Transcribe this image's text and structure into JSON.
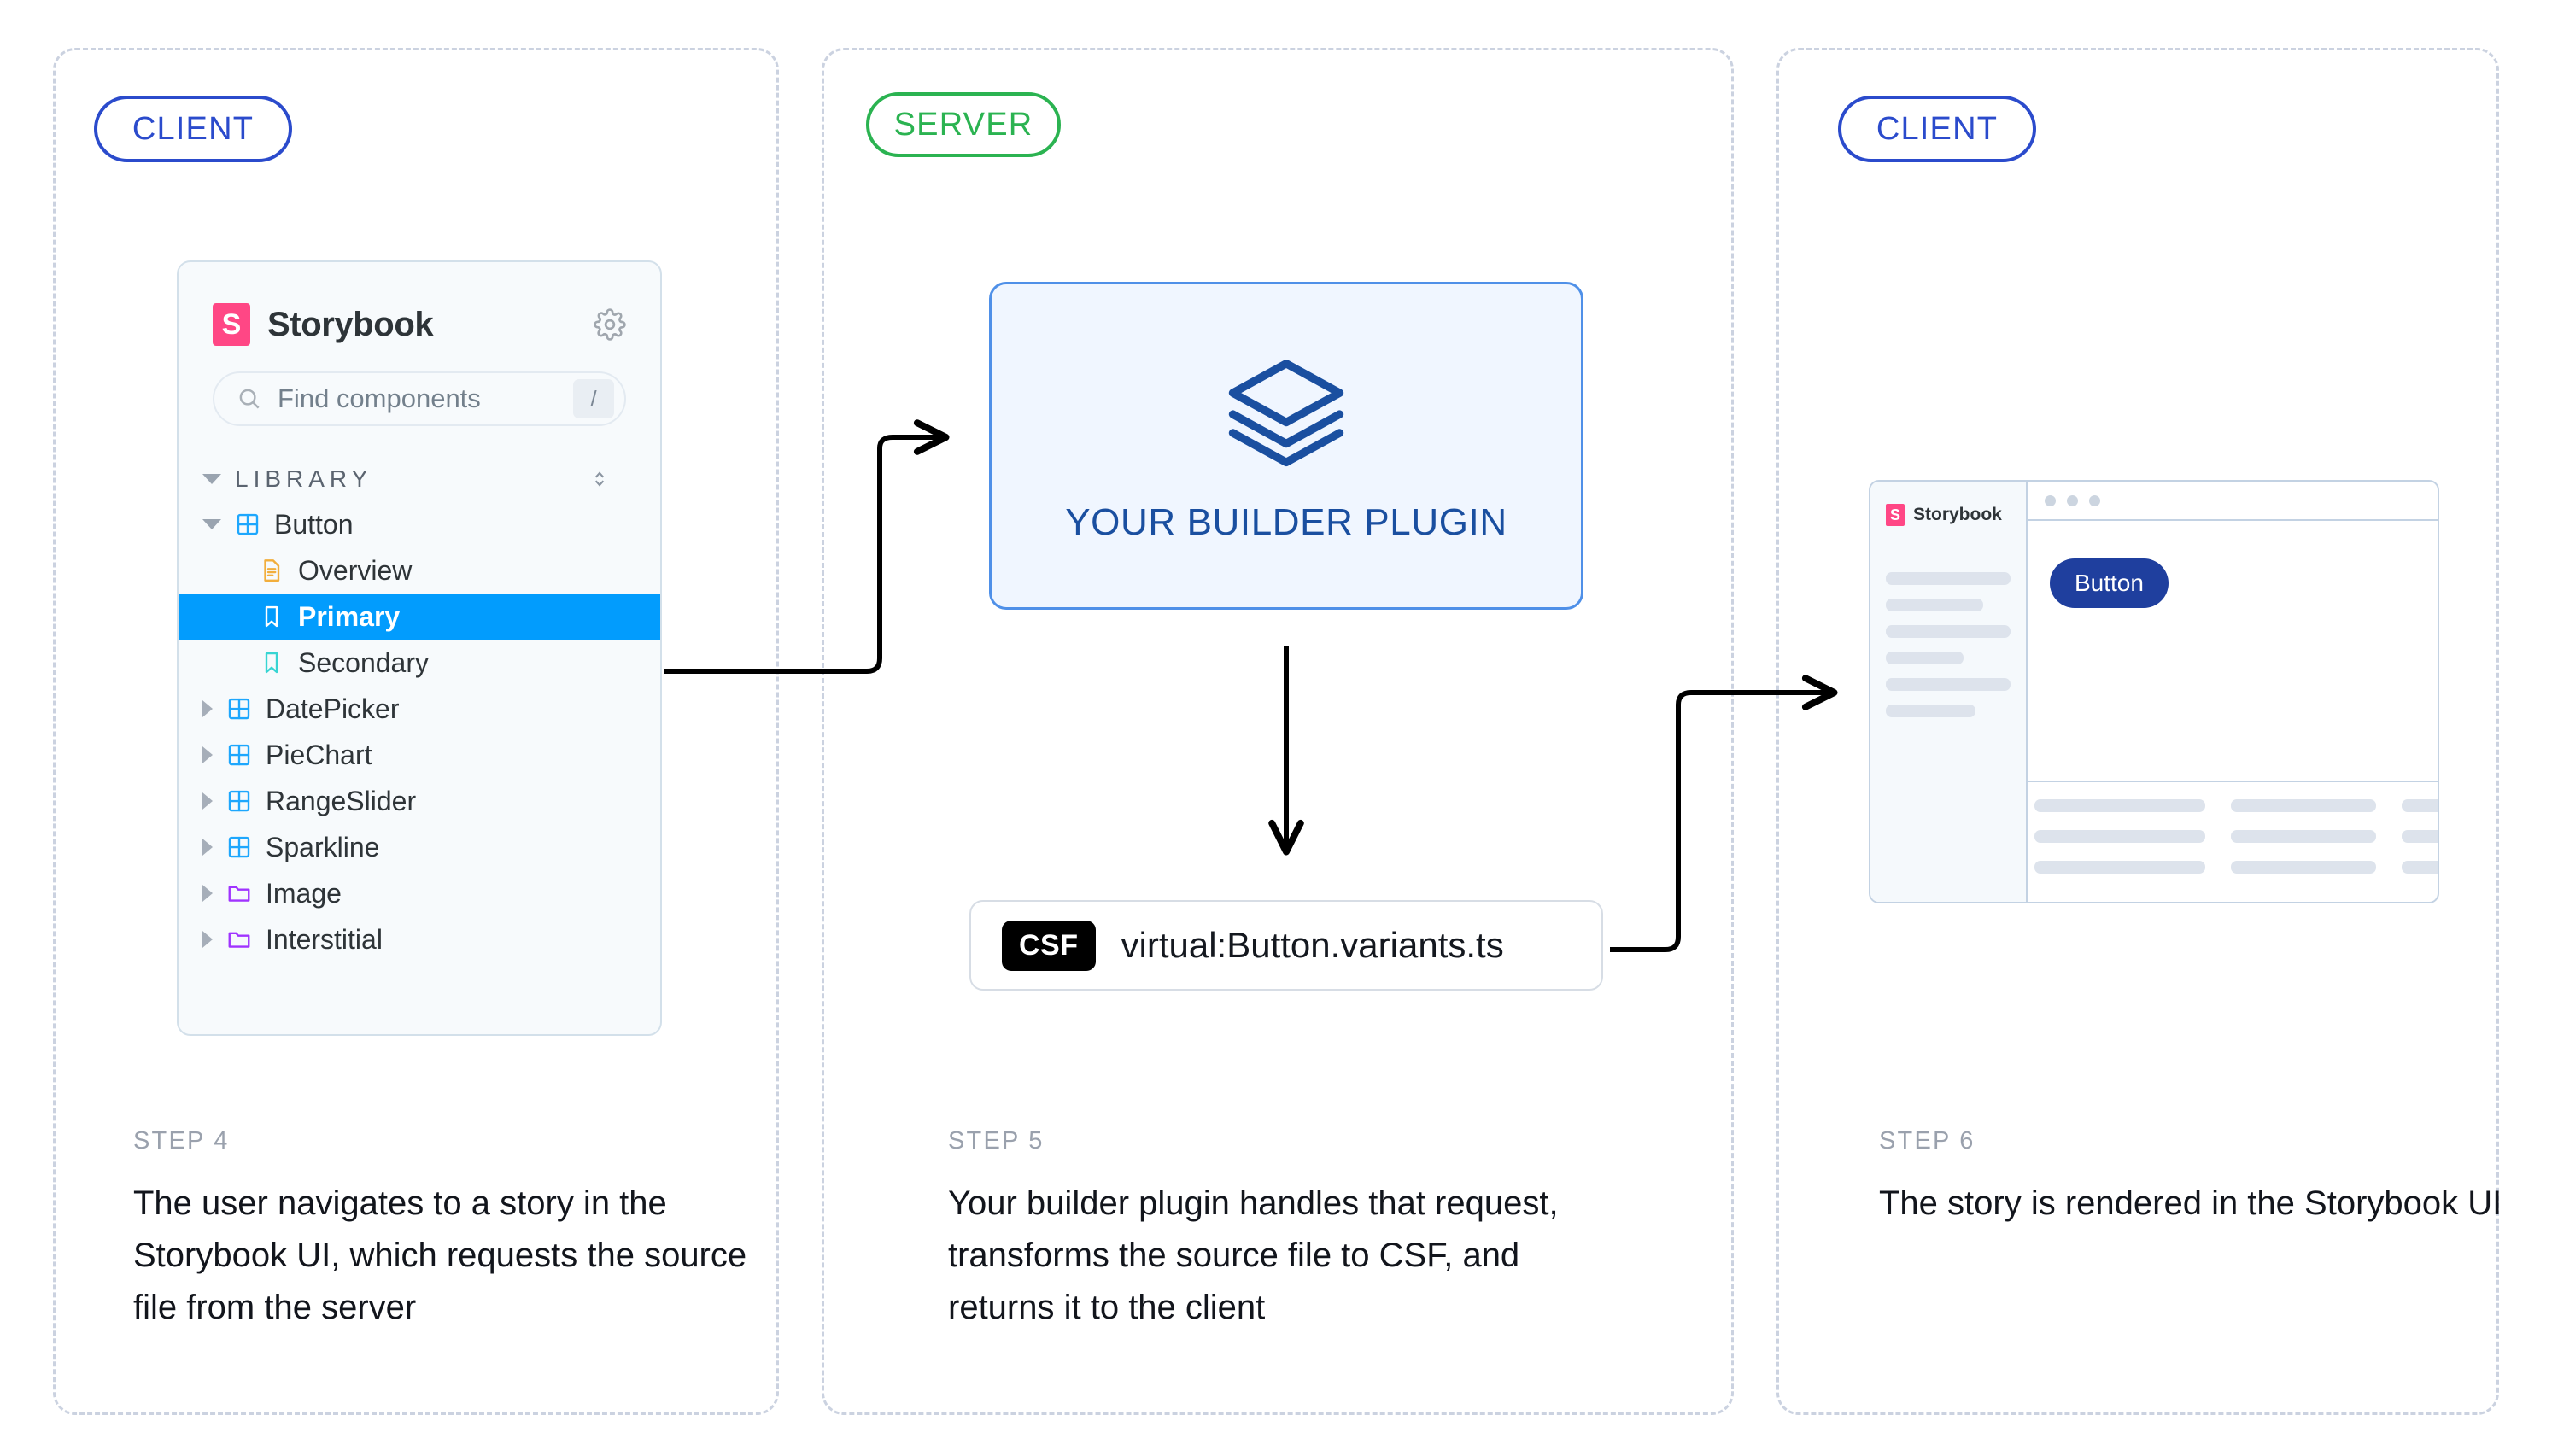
{
  "panels": [
    {
      "id": "client-left",
      "badge": "CLIENT"
    },
    {
      "id": "server",
      "badge": "SERVER"
    },
    {
      "id": "client-right",
      "badge": "CLIENT"
    }
  ],
  "steps": [
    {
      "kicker": "STEP 4",
      "body": "The user navigates to a story in the Storybook UI, which requests the source file from the server"
    },
    {
      "kicker": "STEP 5",
      "body": "Your builder plugin handles that request, transforms the source file to CSF, and returns it to the client"
    },
    {
      "kicker": "STEP 6",
      "body": "The story is rendered in the Storybook UI"
    }
  ],
  "storybook_sidebar": {
    "brand": "Storybook",
    "logo_icon": "storybook-logo-icon",
    "settings_icon": "gear-icon",
    "search": {
      "placeholder": "Find components",
      "icon": "search-icon",
      "shortcut": "/"
    },
    "section": {
      "label": "LIBRARY",
      "expand_icon": "caret-down-icon",
      "sort_icon": "chevron-up-down-icon"
    },
    "tree": [
      {
        "label": "Button",
        "icon": "component-icon",
        "depth": 1,
        "expanded": true,
        "selected": false
      },
      {
        "label": "Overview",
        "icon": "document-icon",
        "depth": 2,
        "expanded": null,
        "selected": false
      },
      {
        "label": "Primary",
        "icon": "story-icon",
        "depth": 2,
        "expanded": null,
        "selected": true
      },
      {
        "label": "Secondary",
        "icon": "story-icon",
        "depth": 2,
        "expanded": null,
        "selected": false
      },
      {
        "label": "DatePicker",
        "icon": "component-icon",
        "depth": 1,
        "expanded": false,
        "selected": false
      },
      {
        "label": "PieChart",
        "icon": "component-icon",
        "depth": 1,
        "expanded": false,
        "selected": false
      },
      {
        "label": "RangeSlider",
        "icon": "component-icon",
        "depth": 1,
        "expanded": false,
        "selected": false
      },
      {
        "label": "Sparkline",
        "icon": "component-icon",
        "depth": 1,
        "expanded": false,
        "selected": false
      },
      {
        "label": "Image",
        "icon": "folder-icon",
        "depth": 1,
        "expanded": false,
        "selected": false
      },
      {
        "label": "Interstitial",
        "icon": "folder-icon",
        "depth": 1,
        "expanded": false,
        "selected": false
      }
    ]
  },
  "builder_plugin": {
    "label": "YOUR BUILDER PLUGIN",
    "icon": "layers-icon"
  },
  "csf_file": {
    "tag": "CSF",
    "path": "virtual:Button.variants.ts"
  },
  "mini_browser": {
    "brand": "Storybook",
    "logo_icon": "storybook-logo-icon",
    "button_label": "Button",
    "sidebar_skeleton_widths": [
      100,
      78,
      100,
      62,
      100,
      72
    ],
    "window_dots": 3,
    "args_rows": 3,
    "args_cols": 3
  },
  "colors": {
    "client_badge": "#2b4bcc",
    "server_badge": "#2bb351",
    "selection_blue": "#029cfd",
    "storybook_pink": "#ff4785",
    "plugin_border": "#4f90e8",
    "plugin_fill": "#f0f6ff",
    "plugin_text": "#1a4fa0",
    "panel_dash": "#cbd2e0",
    "preview_button": "#1f3f9e",
    "arrow": "#000000"
  }
}
